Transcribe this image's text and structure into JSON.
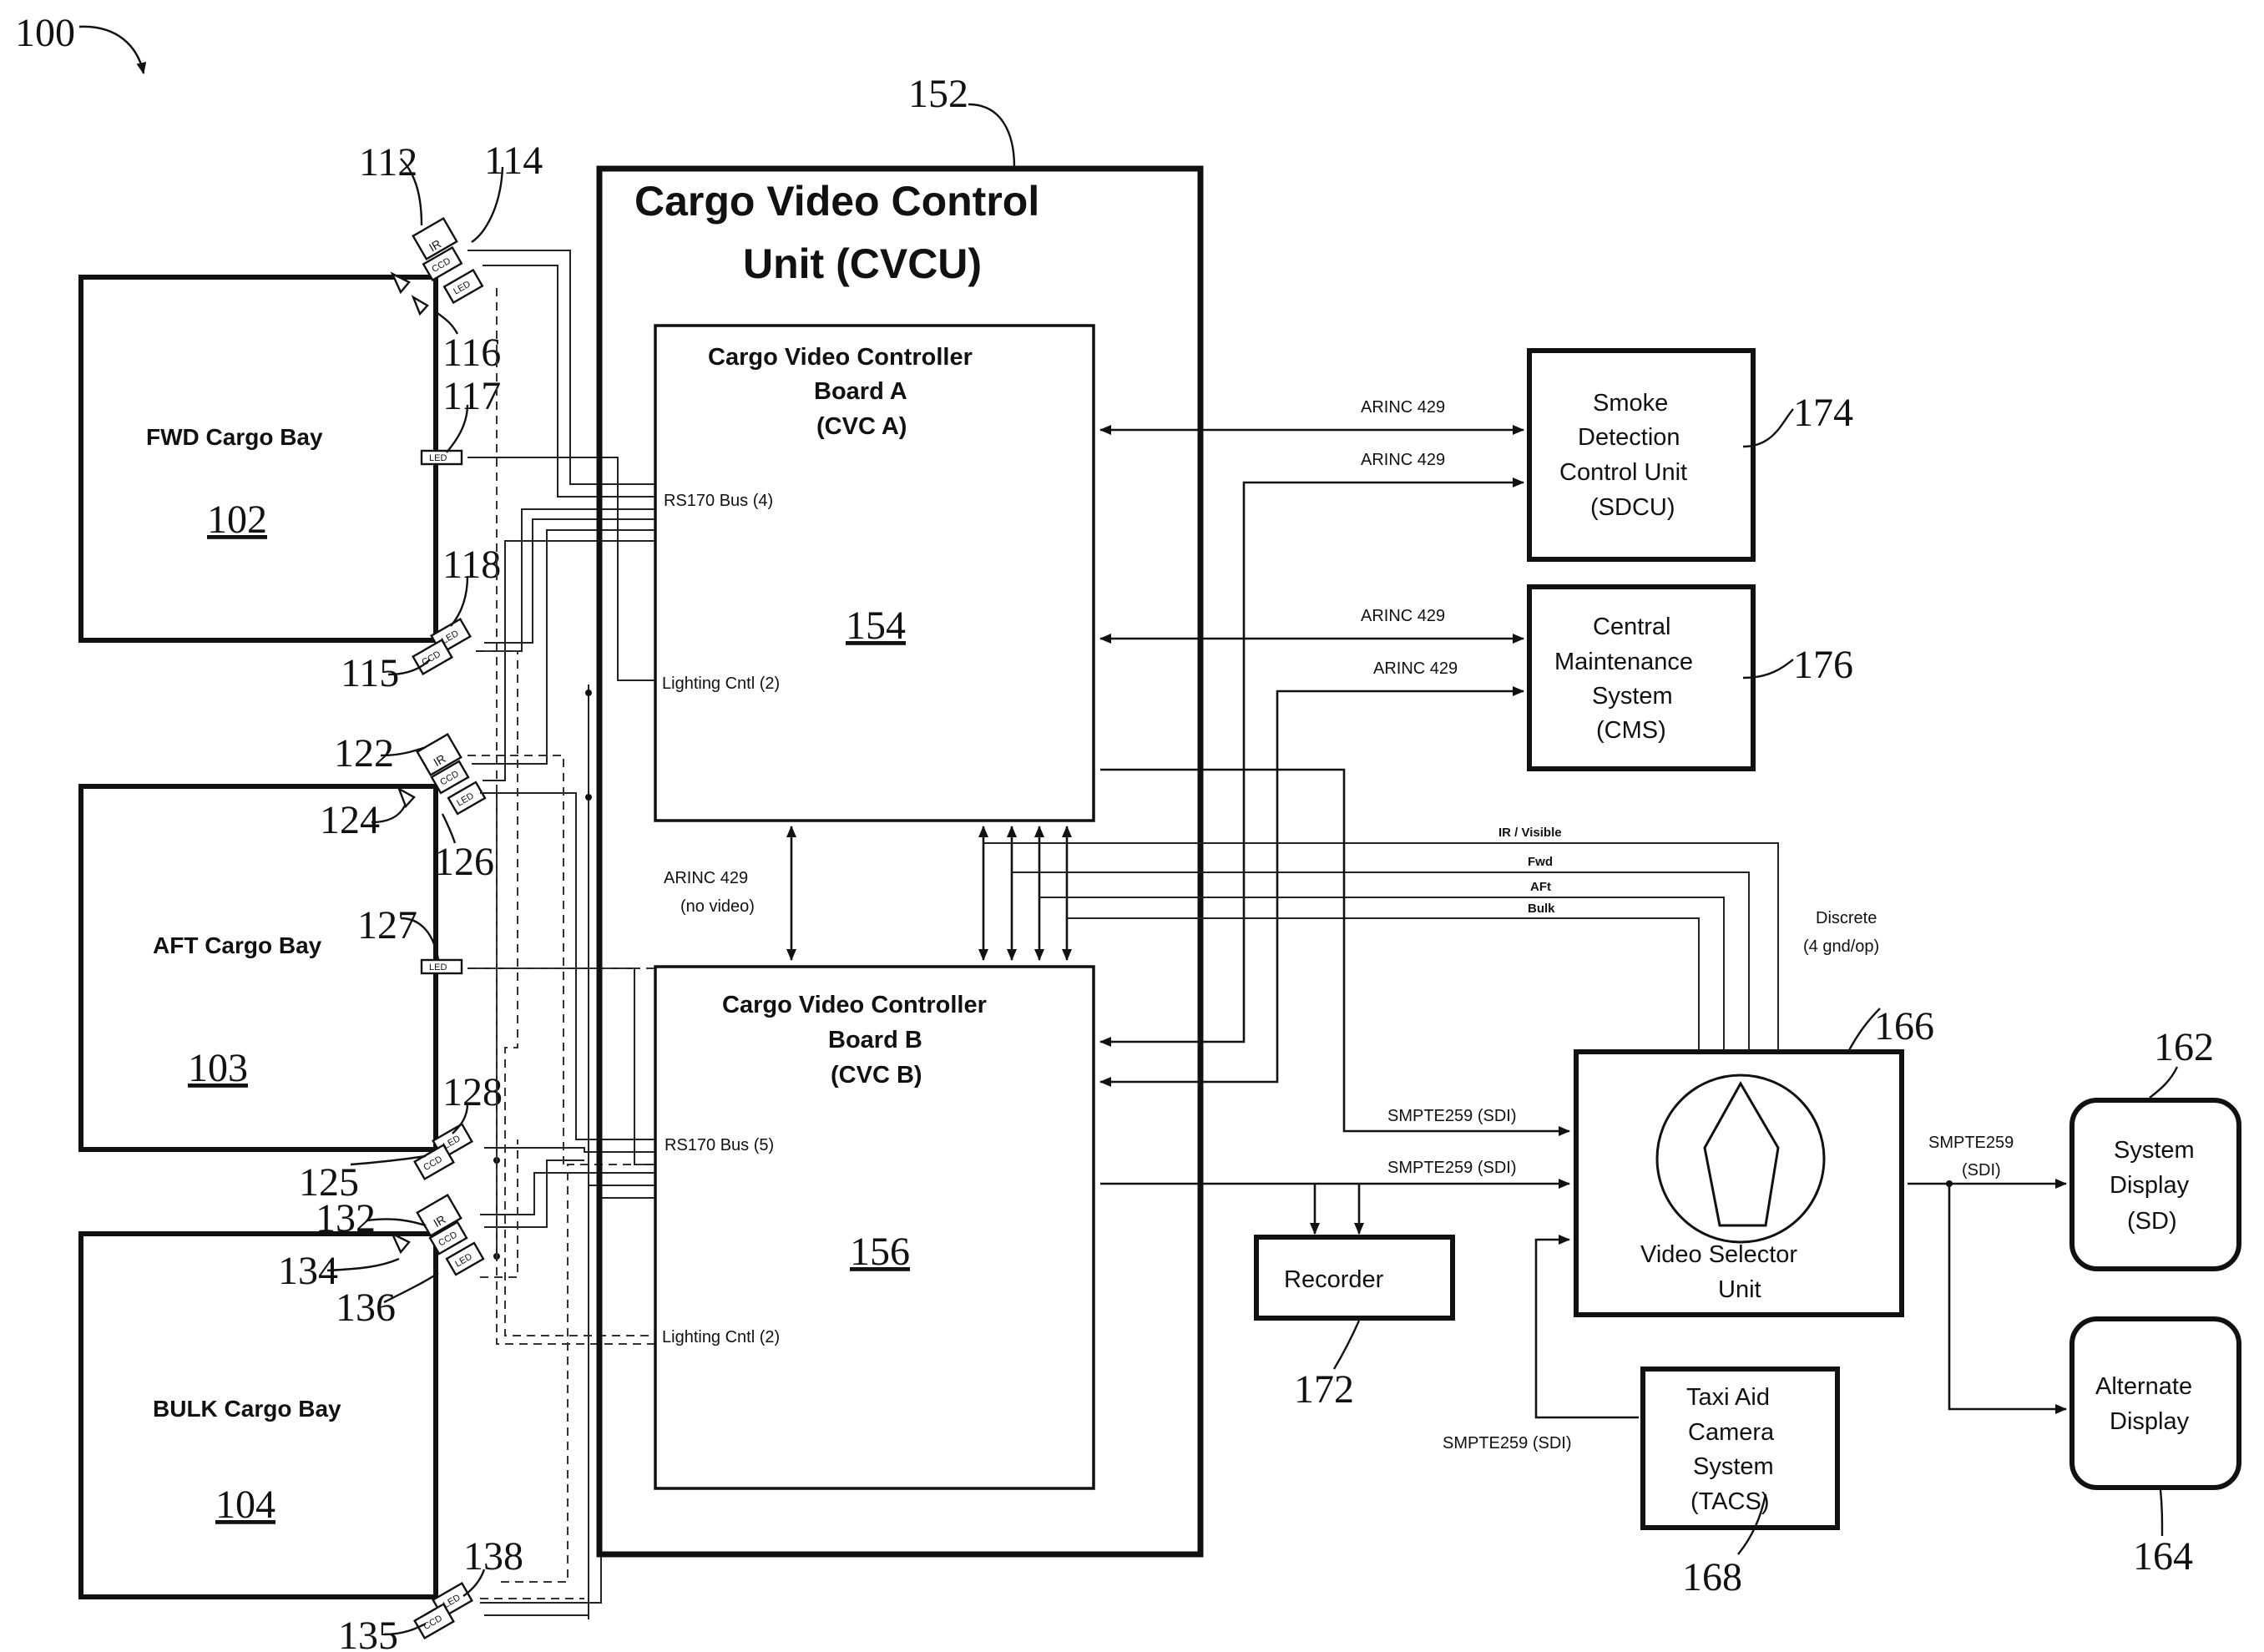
{
  "figure_ref": "100",
  "bays": [
    {
      "name": "FWD Cargo Bay",
      "ref": "102"
    },
    {
      "name": "AFT Cargo Bay",
      "ref": "103"
    },
    {
      "name": "BULK Cargo Bay",
      "ref": "104"
    }
  ],
  "cvcu": {
    "title_line1": "Cargo Video Control",
    "title_line2": "Unit (CVCU)",
    "ref": "152"
  },
  "board_a": {
    "line1": "Cargo Video Controller",
    "line2": "Board A",
    "line3": "(CVC A)",
    "ref": "154",
    "rs170": "RS170 Bus (4)",
    "lighting": "Lighting Cntl (2)"
  },
  "board_b": {
    "line1": "Cargo Video Controller",
    "line2": "Board B",
    "line3": "(CVC B)",
    "ref": "156",
    "rs170": "RS170 Bus (5)",
    "lighting": "Lighting Cntl (2)"
  },
  "inter_board": {
    "line1": "ARINC 429",
    "line2": "(no video)"
  },
  "sdcu": {
    "line1": "Smoke",
    "line2": "Detection",
    "line3": "Control Unit",
    "line4": "(SDCU)",
    "ref": "174"
  },
  "cms": {
    "line1": "Central",
    "line2": "Maintenance",
    "line3": "System",
    "line4": "(CMS)",
    "ref": "176"
  },
  "selector": {
    "line1": "Video Selector",
    "line2": "Unit",
    "ref": "166"
  },
  "recorder": {
    "label": "Recorder",
    "ref": "172"
  },
  "tacs": {
    "line1": "Taxi Aid",
    "line2": "Camera",
    "line3": "System",
    "line4": "(TACS)",
    "ref": "168"
  },
  "system_display": {
    "line1": "System",
    "line2": "Display",
    "line3": "(SD)",
    "ref": "162"
  },
  "alt_display": {
    "line1": "Alternate",
    "line2": "Display",
    "ref": "164"
  },
  "signals": {
    "arinc_a_sdcu": "ARINC 429",
    "arinc_b_sdcu": "ARINC 429",
    "arinc_a_cms": "ARINC 429",
    "arinc_b_cms": "ARINC 429",
    "ir_visible": "IR / Visible",
    "fwd": "Fwd",
    "aft": "AFt",
    "bulk": "Bulk",
    "discrete_line1": "Discrete",
    "discrete_line2": "(4 gnd/op)",
    "sdi_1": "SMPTE259 (SDI)",
    "sdi_2": "SMPTE259 (SDI)",
    "sdi_out_line1": "SMPTE259",
    "sdi_out_line2": "(SDI)",
    "sdi_tacs": "SMPTE259 (SDI)"
  },
  "camera_refs": {
    "c112": "112",
    "c114": "114",
    "c116": "116",
    "c117": "117",
    "c118": "118",
    "c115": "115",
    "c122": "122",
    "c124": "124",
    "c126": "126",
    "c127": "127",
    "c128": "128",
    "c125": "125",
    "c132": "132",
    "c134": "134",
    "c136": "136",
    "c138": "138",
    "c135": "135"
  },
  "camera_labels": {
    "ir": "IR",
    "ccd": "CCD",
    "led": "LED"
  }
}
